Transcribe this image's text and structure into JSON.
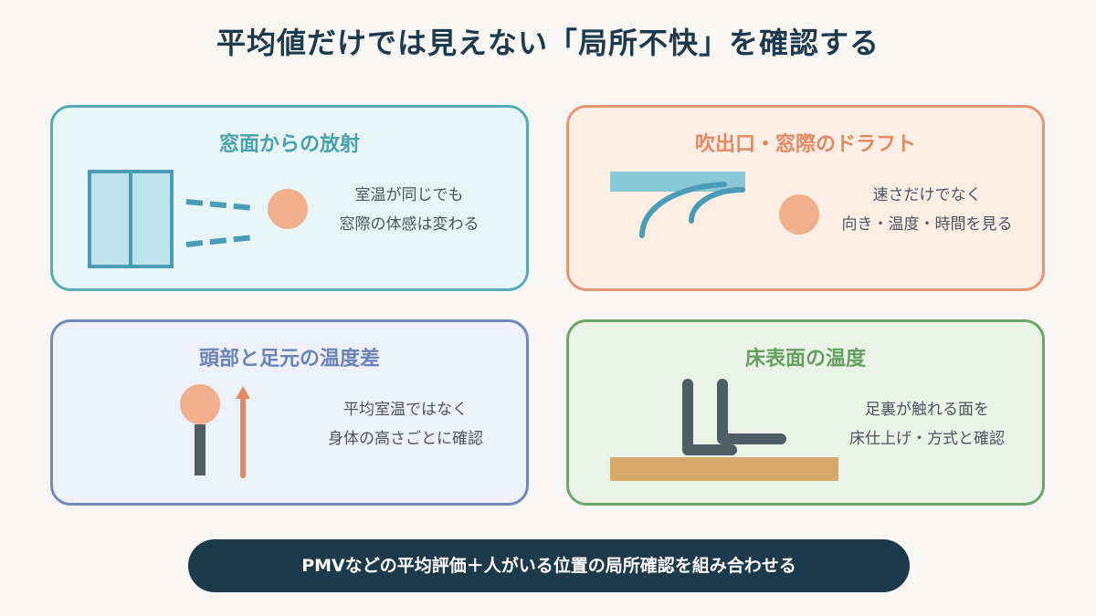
{
  "title": "平均値だけでは見えない「局所不快」を確認する",
  "cards": {
    "window": {
      "title": "窓面からの放射",
      "lines": [
        "室温が同じでも",
        "窓際の体感は変わる"
      ]
    },
    "draft": {
      "title": "吹出口・窓際のドラフト",
      "lines": [
        "速さだけでなく",
        "向き・温度・時間を見る"
      ]
    },
    "vertical": {
      "title": "頭部と足元の温度差",
      "lines": [
        "平均室温ではなく",
        "身体の高さごとに確認"
      ]
    },
    "floor": {
      "title": "床表面の温度",
      "lines": [
        "足裏が触れる面を",
        "床仕上げ・方式と確認"
      ]
    }
  },
  "banner": "PMVなどの平均評価＋人がいる位置の局所確認を組み合わせる",
  "colors": {
    "navy": "#1d3a4c",
    "teal": "#56aab7",
    "orange": "#e79472",
    "blue": "#7289b8",
    "green": "#6fa46a",
    "person": "#f0b08c",
    "wood": "#d7aa6c",
    "dark_gray": "#4f5d64"
  }
}
